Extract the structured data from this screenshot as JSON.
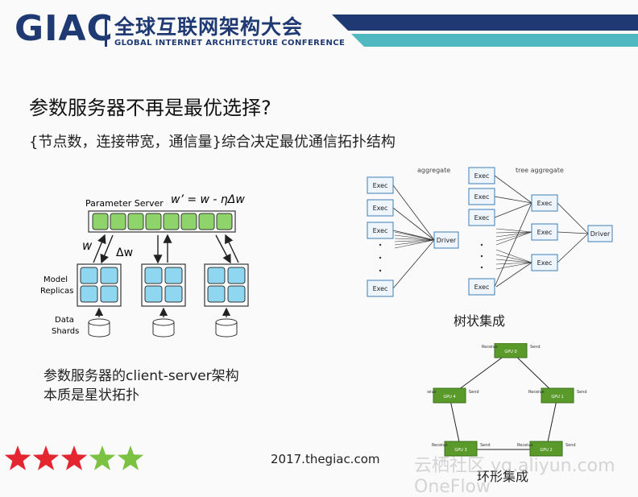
{
  "header": {
    "logo": "GIAC",
    "name_cn": "全球互联网架构大会",
    "name_en": "GLOBAL INTERNET ARCHITECTURE CONFERENCE"
  },
  "slide": {
    "title": "参数服务器不再是最优选择?",
    "subtitle": "{节点数，连接带宽，通信量}综合决定最优通信拓扑结构",
    "caption_lines": [
      "参数服务器的client-server架构",
      "本质是星状拓扑"
    ],
    "tree_caption": "树状集成",
    "ring_caption": "环形集成",
    "website": "2017.thegiac.com",
    "watermark": "云栖社区 yq.aliyun.com  OneFlow"
  },
  "ps_diagram": {
    "server_label": "Parameter Server",
    "formula": "w’ = w - ηΔw",
    "w_label": "w",
    "dw_label": "Δw",
    "replicas_label": [
      "Model",
      "Replicas"
    ],
    "shards_label": [
      "Data",
      "Shards"
    ]
  },
  "aggregate_diagram": {
    "title": "aggregate",
    "exec_label": "Exec",
    "driver_label": "Driver"
  },
  "tree_diagram": {
    "title": "tree aggregate",
    "exec_label": "Exec",
    "driver_label": "Driver"
  },
  "ring_diagram": {
    "nodes": [
      "GPU 0",
      "GPU 1",
      "GPU 2",
      "GPU 3",
      "GPU 4"
    ],
    "send": "Send",
    "receive": "Receive"
  },
  "rating": {
    "red_stars": 3,
    "green_stars": 2,
    "colors": {
      "red": "#e3262f",
      "green": "#7cc242"
    }
  },
  "colors": {
    "brand": "#1f3a73",
    "accent_teal": "#4fb8c0",
    "exec_fill": "#eef5fb",
    "gpu_green": "#5a9a2a"
  }
}
